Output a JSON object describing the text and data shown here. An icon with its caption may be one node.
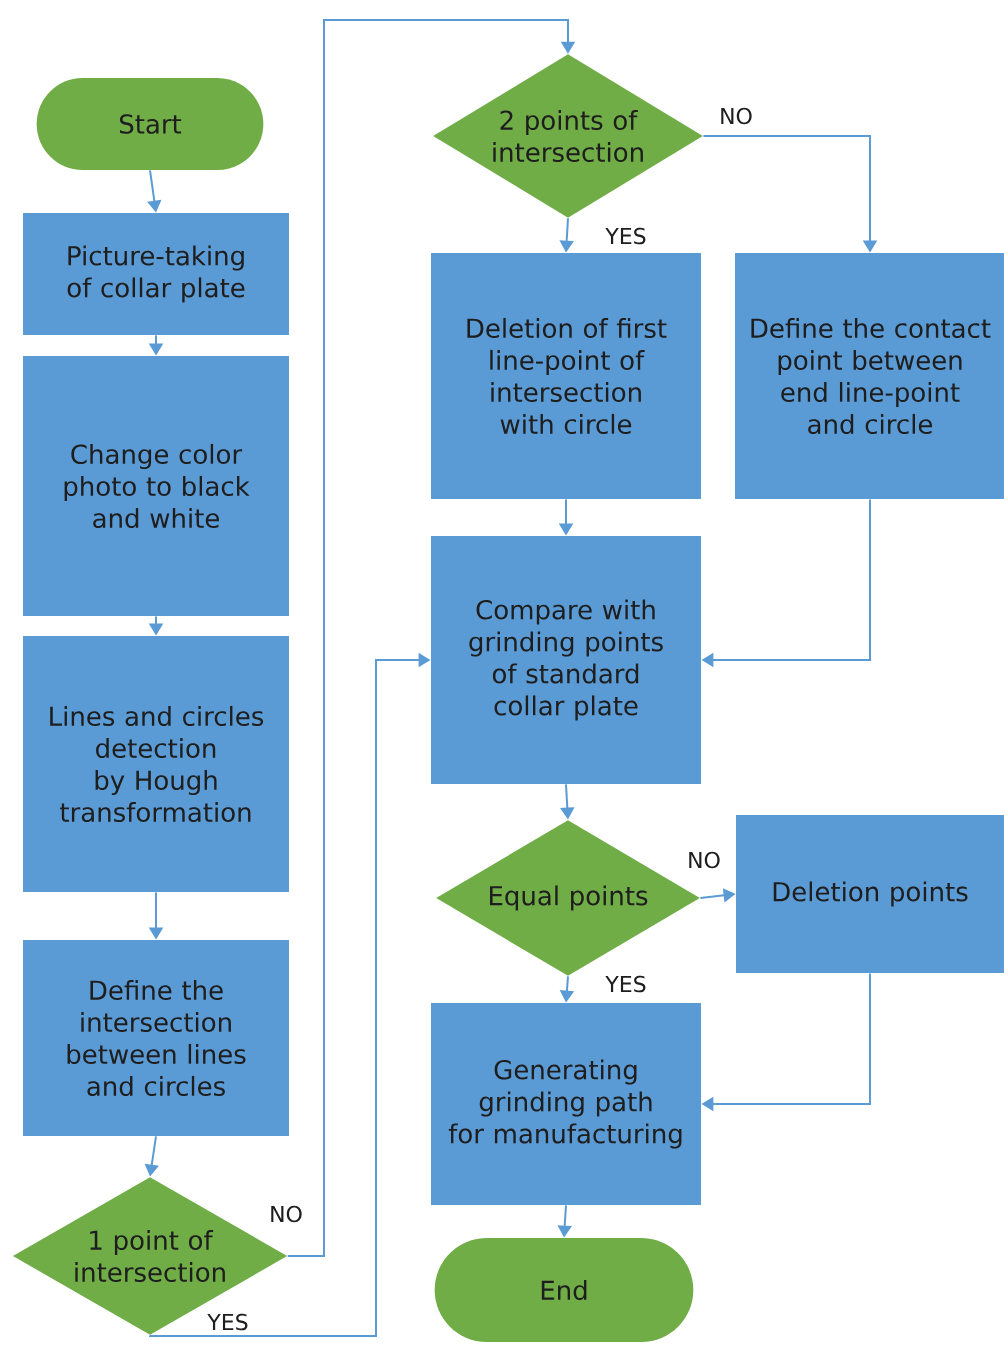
{
  "diagram": {
    "nodes": [
      {
        "text": [
          "Start"
        ]
      },
      {
        "text": [
          "Picture-taking of collar plate"
        ]
      },
      {
        "text": [
          "Change color photo to black and white"
        ]
      },
      {
        "text": [
          "Lines and circles detection by Hough transformation"
        ]
      },
      {
        "text": [
          "Define the intersection between lines and circles"
        ]
      },
      {
        "text": [
          "1 point of intersection"
        ]
      },
      {
        "text": [
          "2 points of intersection"
        ]
      },
      {
        "text": [
          "Deletion of first line-point of intersection with circle"
        ]
      },
      {
        "text": [
          "Define the contact point between end line-point and circle"
        ]
      },
      {
        "text": [
          "Compare with grinding points of standard collar plate"
        ]
      },
      {
        "text": [
          "Equal points"
        ]
      },
      {
        "text": [
          "Deletion points"
        ]
      },
      {
        "text": [
          "Generating grinding path for manufacturing"
        ]
      },
      {
        "text": [
          "End"
        ]
      }
    ],
    "edges": [
      {
        "from": 0,
        "to": 1,
        "arrow": "to"
      },
      {
        "from": 1,
        "to": 2,
        "arrow": "to"
      },
      {
        "from": 2,
        "to": 3,
        "arrow": "to"
      },
      {
        "from": 3,
        "to": 4,
        "arrow": "to"
      },
      {
        "from": 4,
        "to": 5,
        "arrow": "to"
      },
      {
        "from": 5,
        "to": 6,
        "arrow": "to",
        "label": "NO"
      },
      {
        "from": 5,
        "to": 9,
        "arrow": "to",
        "label": "YES"
      },
      {
        "from": 6,
        "to": 7,
        "arrow": "to",
        "label": "YES"
      },
      {
        "from": 6,
        "to": 8,
        "arrow": "to",
        "label": "NO"
      },
      {
        "from": 7,
        "to": 9,
        "arrow": "to"
      },
      {
        "from": 8,
        "to": 9,
        "arrow": "to"
      },
      {
        "from": 9,
        "to": 10,
        "arrow": "to"
      },
      {
        "from": 10,
        "to": 11,
        "arrow": "to",
        "label": "NO"
      },
      {
        "from": 10,
        "to": 12,
        "arrow": "to",
        "label": "YES"
      },
      {
        "from": 11,
        "to": 12,
        "arrow": "to"
      },
      {
        "from": 12,
        "to": 13,
        "arrow": "to"
      }
    ]
  }
}
